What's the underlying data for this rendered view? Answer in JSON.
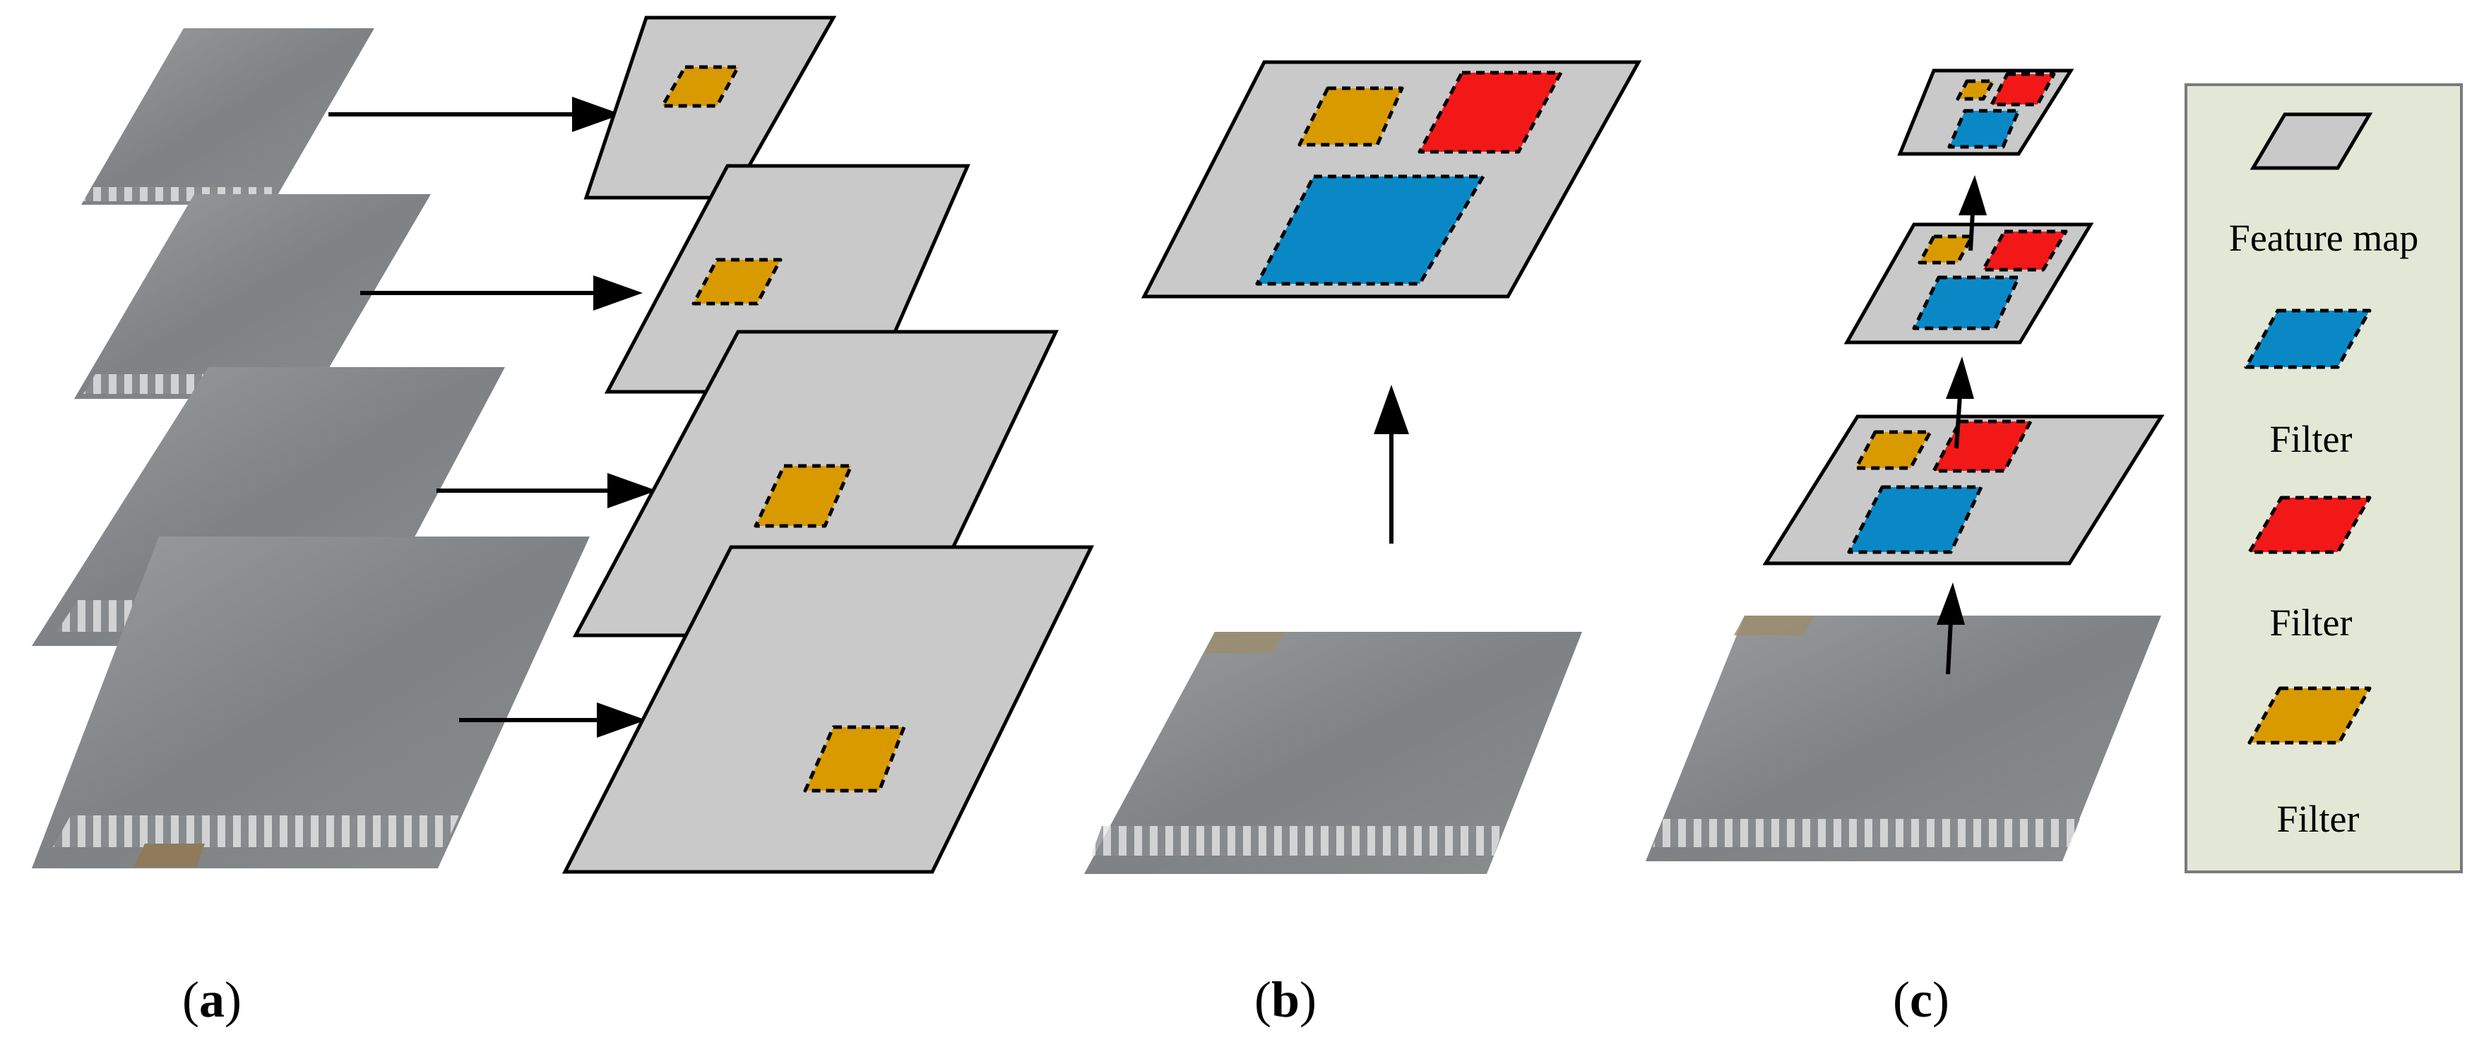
{
  "colors": {
    "feature_map": "#c9c9c9",
    "filter_blue": "#0a88c6",
    "filter_red": "#f21818",
    "filter_orange": "#d99a00",
    "legend_background": "#e3e8d6",
    "photo_base": "#8e9193"
  },
  "legend": {
    "feature_map_label": "Feature map",
    "filter_blue_label": "Filter",
    "filter_red_label": "Filter",
    "filter_orange_label": "Filter"
  },
  "captions": {
    "a": {
      "open": "(",
      "letter": "a",
      "close": ")"
    },
    "b": {
      "open": "(",
      "letter": "b",
      "close": ")"
    },
    "c": {
      "open": "(",
      "letter": "c",
      "close": ")"
    }
  }
}
